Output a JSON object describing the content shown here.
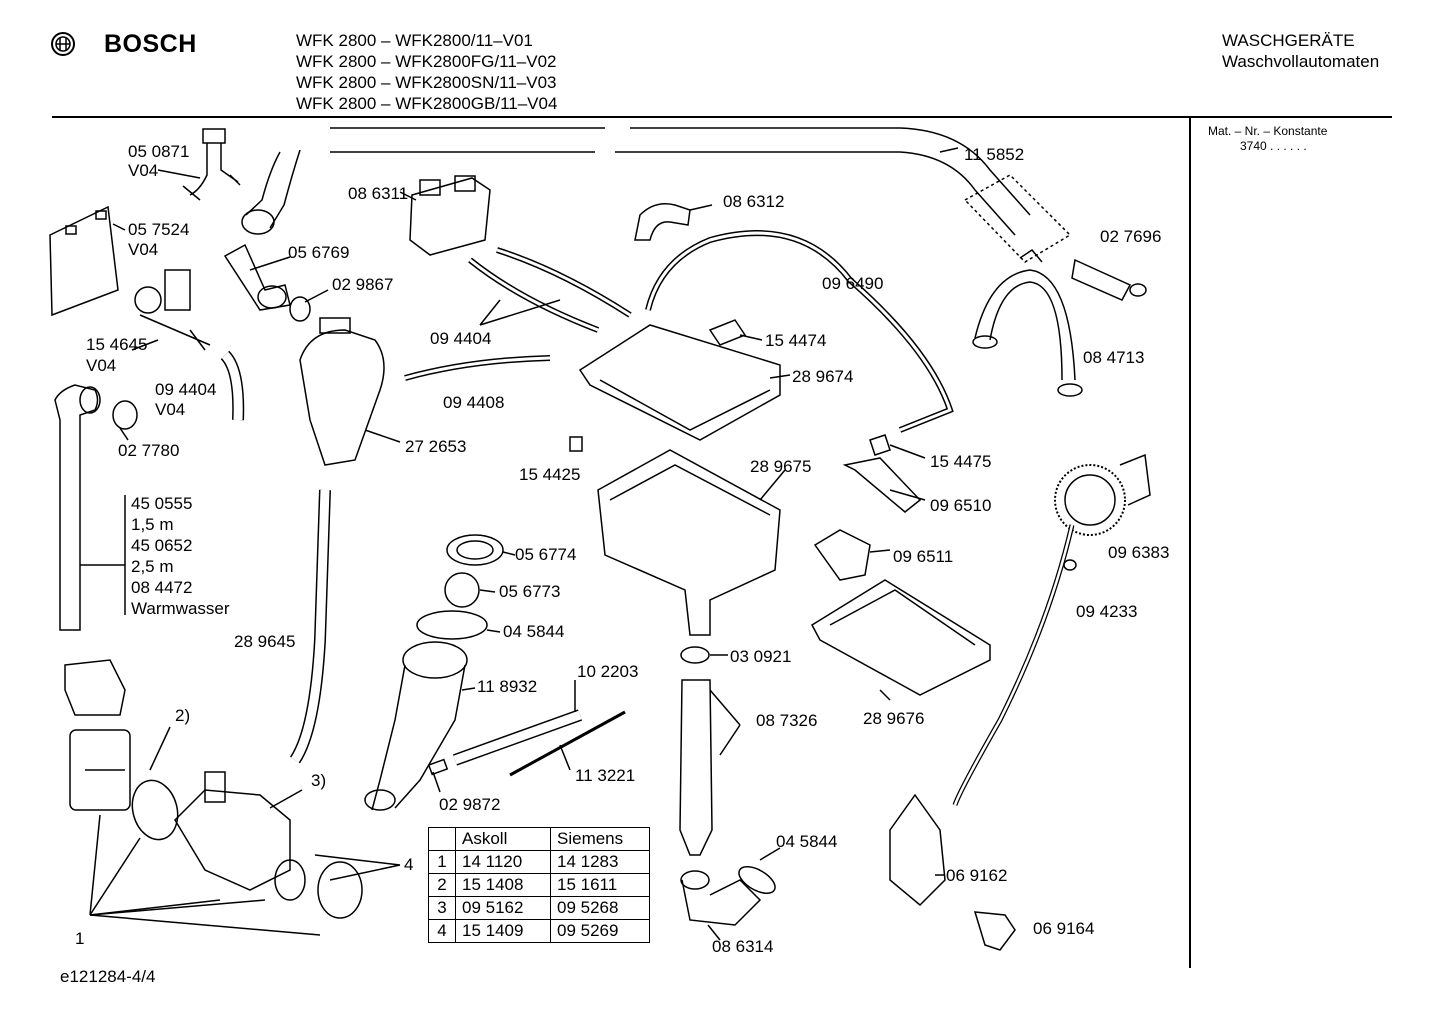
{
  "header": {
    "brand": "BOSCH",
    "models": [
      "WFK 2800 – WFK2800/11–V01",
      "WFK 2800 – WFK2800FG/11–V02",
      "WFK 2800 – WFK2800SN/11–V03",
      "WFK 2800 – WFK2800GB/11–V04"
    ],
    "category": "WASCHGERÄTE",
    "subcategory": "Waschvollautomaten"
  },
  "sidebar": {
    "mat_label": "Mat. – Nr. – Konstante",
    "mat_value": "3740  .  .  .  .  .  ."
  },
  "footer": {
    "doc_id": "e121284-4/4"
  },
  "labels": {
    "p050871": "05 0871",
    "v04a": "V04",
    "p057524": "05 7524",
    "v04b": "V04",
    "p154645": "15 4645",
    "v04c": "V04",
    "p056769": "05 6769",
    "p029867": "02 9867",
    "p094404a": "09 4404",
    "v04d": "V04",
    "p027780": "02 7780",
    "p086311": "08 6311",
    "p094404b": "09 4404",
    "p094408": "09 4408",
    "p272653": "27 2653",
    "p154425": "15 4425",
    "p086312": "08 6312",
    "p096490": "09 6490",
    "p154474": "15 4474",
    "p289674": "28 9674",
    "p115852": "11 5852",
    "p027696": "02 7696",
    "p084713": "08 4713",
    "p289675": "28 9675",
    "p154475": "15 4475",
    "p096510": "09 6510",
    "p096511": "09 6511",
    "p096383": "09 6383",
    "p094233": "09 4233",
    "hose_a": "45 0555",
    "hose_a_len": "1,5 m",
    "hose_b": "45 0652",
    "hose_b_len": "2,5 m",
    "hose_c": "08 4472",
    "hose_c_note": "Warmwasser",
    "p289645": "28 9645",
    "p056774": "05 6774",
    "p056773": "05 6773",
    "p045844a": "04 5844",
    "p118932": "11 8932",
    "p102203": "10 2203",
    "p113221": "11 3221",
    "p029872": "02 9872",
    "p030921": "03 0921",
    "p087326": "08 7326",
    "p289676": "28 9676",
    "p045844b": "04 5844",
    "p086314": "08 6314",
    "p069162": "06 9162",
    "p069164": "06 9164",
    "ref2": "2)",
    "ref3": "3)",
    "ref4": "4",
    "ref1": "1"
  },
  "parts_table": {
    "headers": [
      "",
      "Askoll",
      "Siemens"
    ],
    "rows": [
      [
        "1",
        "14 1120",
        "14 1283"
      ],
      [
        "2",
        "15 1408",
        "15 1611"
      ],
      [
        "3",
        "09 5162",
        "09 5268"
      ],
      [
        "4",
        "15 1409",
        "09 5269"
      ]
    ]
  }
}
